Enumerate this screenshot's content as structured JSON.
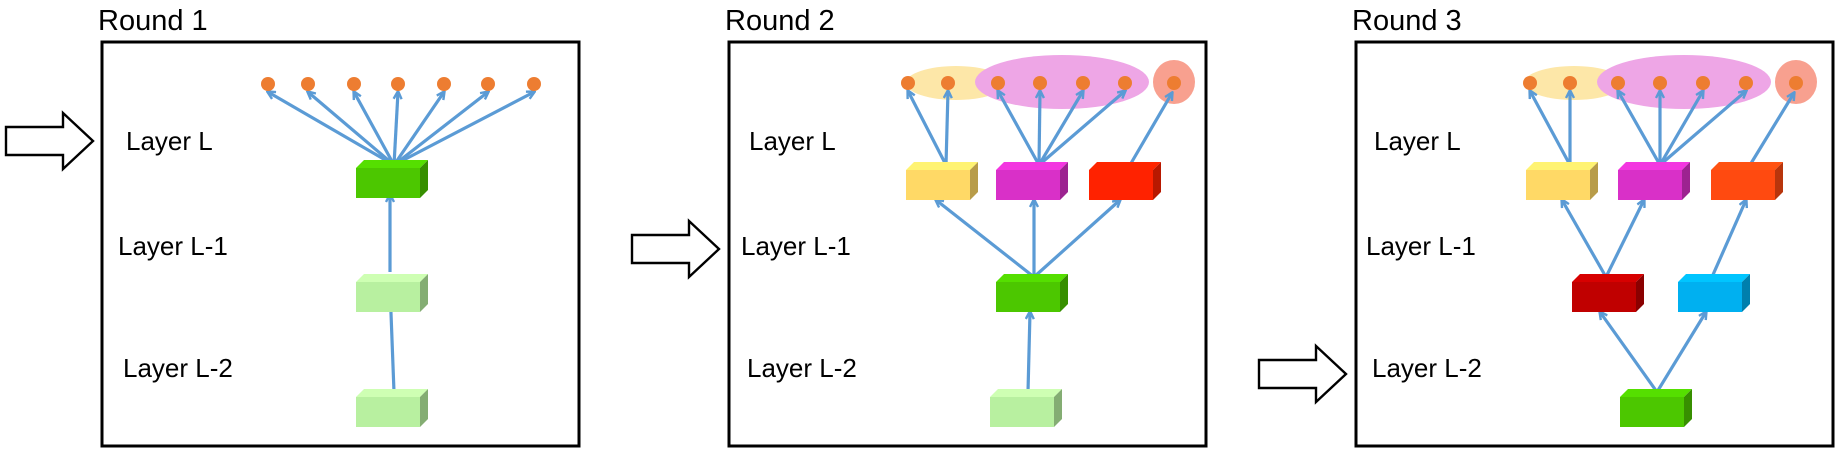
{
  "colors": {
    "edge": "#5b9bd5",
    "output_node": "#ed7d31",
    "group_yellow": "#fde7a8",
    "group_pink": "#eea6e6",
    "group_red": "#f8a08f",
    "block_green": "#4cc700",
    "block_light_green": "#b8f0a0",
    "block_yellow": "#ffd966",
    "block_magenta": "#d930c8",
    "block_red": "#ff2200",
    "block_orange": "#ff4a10",
    "block_dark_red": "#c00000",
    "block_cyan": "#00b0f0"
  },
  "rounds": [
    {
      "title": "Round 1",
      "layer_labels": [
        "Layer L",
        "Layer L-1",
        "Layer L-2"
      ],
      "highlighted_layer": "Layer L",
      "blocks": [
        {
          "layer": "Layer L",
          "color": "green"
        },
        {
          "layer": "Layer L-1",
          "color": "light-green"
        },
        {
          "layer": "Layer L-2",
          "color": "light-green"
        }
      ],
      "output_nodes": 7,
      "groups": []
    },
    {
      "title": "Round 2",
      "layer_labels": [
        "Layer L",
        "Layer L-1",
        "Layer L-2"
      ],
      "highlighted_layer": "Layer L-1",
      "blocks": [
        {
          "layer": "Layer L",
          "color": "yellow"
        },
        {
          "layer": "Layer L",
          "color": "magenta"
        },
        {
          "layer": "Layer L",
          "color": "red"
        },
        {
          "layer": "Layer L-1",
          "color": "green"
        },
        {
          "layer": "Layer L-2",
          "color": "light-green"
        }
      ],
      "output_nodes": 7,
      "groups": [
        {
          "color": "yellow",
          "nodes": 2
        },
        {
          "color": "pink",
          "nodes": 4
        },
        {
          "color": "red",
          "nodes": 1
        }
      ]
    },
    {
      "title": "Round 3",
      "layer_labels": [
        "Layer L",
        "Layer L-1",
        "Layer L-2"
      ],
      "highlighted_layer": "Layer L-2",
      "blocks": [
        {
          "layer": "Layer L",
          "color": "yellow"
        },
        {
          "layer": "Layer L",
          "color": "magenta"
        },
        {
          "layer": "Layer L",
          "color": "orange"
        },
        {
          "layer": "Layer L-1",
          "color": "dark-red"
        },
        {
          "layer": "Layer L-1",
          "color": "cyan"
        },
        {
          "layer": "Layer L-2",
          "color": "green"
        }
      ],
      "output_nodes": 7,
      "groups": [
        {
          "color": "yellow",
          "nodes": 2
        },
        {
          "color": "pink",
          "nodes": 4
        },
        {
          "color": "red",
          "nodes": 1
        }
      ]
    }
  ]
}
